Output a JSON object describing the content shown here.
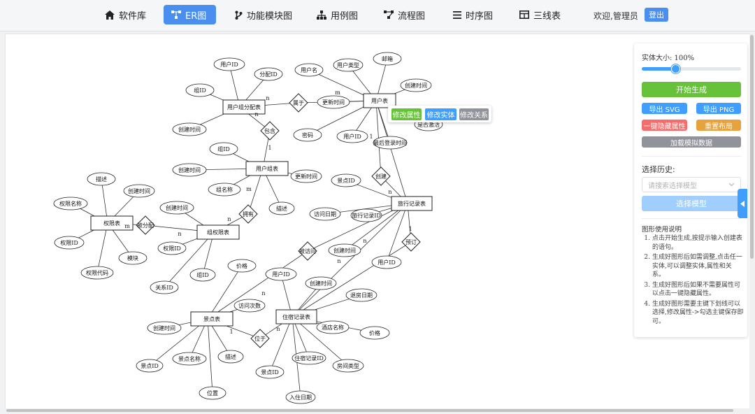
{
  "nav": {
    "items": [
      {
        "label": "软件库",
        "icon": "home-icon"
      },
      {
        "label": "ER图",
        "icon": "er-diagram-icon"
      },
      {
        "label": "功能模块图",
        "icon": "branch-icon"
      },
      {
        "label": "用例图",
        "icon": "sitemap-icon"
      },
      {
        "label": "流程图",
        "icon": "flow-icon"
      },
      {
        "label": "时序图",
        "icon": "list-icon"
      },
      {
        "label": "三线表",
        "icon": "table-icon"
      }
    ],
    "active_index": 1,
    "welcome": "欢迎,管理员",
    "logout_label": "登出"
  },
  "colors": {
    "primary": "#409eff",
    "success": "#67c23a",
    "danger": "#f56c6c",
    "warning": "#e6a23c",
    "info": "#909399"
  },
  "popup": {
    "edit_attr": "修改属性",
    "edit_entity": "修改实体",
    "edit_relation": "修改关系"
  },
  "panel": {
    "size_label": "实体大小: 100%",
    "size_percent": 100,
    "slider_fraction": 0.34,
    "start_btn": "开始生成",
    "export_svg": "导出 SVG",
    "export_png": "导出 PNG",
    "hide_attrs": "一键隐藏属性",
    "reset_layout": "重置布局",
    "load_mock": "加载模拟数据",
    "history_label": "选择历史:",
    "select_placeholder": "请搜索选择模型",
    "select_model_btn": "选择模型",
    "usage_title": "图形使用说明",
    "usage_items": [
      "点击开始生成,按提示输入创建表的语句。",
      "生成好图形后如需调整,点击任一实体,可以调整实体,属性和关系。",
      "生成好图形后如果不需要属性可以点击一键隐藏属性。",
      "生成好图形需要主键下划线可以选择,修改属性->勾选主键保存即可。"
    ]
  },
  "er": {
    "entities": [
      {
        "id": "ugroup_assign",
        "label": "用户组分配表"
      },
      {
        "id": "user",
        "label": "用户表"
      },
      {
        "id": "ugroup",
        "label": "用户组表"
      },
      {
        "id": "perm",
        "label": "权限表"
      },
      {
        "id": "gperm",
        "label": "组权限表"
      },
      {
        "id": "travel",
        "label": "旅行记录表"
      },
      {
        "id": "spot",
        "label": "景点表"
      },
      {
        "id": "stay",
        "label": "住宿记录表"
      }
    ],
    "relations": [
      {
        "id": "r_belong",
        "label": "属于"
      },
      {
        "id": "r_contain",
        "label": "包含"
      },
      {
        "id": "r_create",
        "label": "创建"
      },
      {
        "id": "r_assigned",
        "label": "被分配"
      },
      {
        "id": "r_has",
        "label": "拥有"
      },
      {
        "id": "r_visited",
        "label": "被访问"
      },
      {
        "id": "r_book",
        "label": "预订"
      },
      {
        "id": "r_locate",
        "label": "位于"
      }
    ],
    "attributes": [
      {
        "label": "用户ID"
      },
      {
        "label": "分配ID"
      },
      {
        "label": "组ID"
      },
      {
        "label": "创建时间"
      },
      {
        "label": "用户名"
      },
      {
        "label": "用户类型"
      },
      {
        "label": "邮箱"
      },
      {
        "label": "创建时间"
      },
      {
        "label": "更新时间"
      },
      {
        "label": "是否激活"
      },
      {
        "label": "最后登录时间"
      },
      {
        "label": "用户ID"
      },
      {
        "label": "密码"
      },
      {
        "label": "组ID"
      },
      {
        "label": "创建时间"
      },
      {
        "label": "更新时间"
      },
      {
        "label": "组名称"
      },
      {
        "label": "描述"
      },
      {
        "label": "描述"
      },
      {
        "label": "创建时间"
      },
      {
        "label": "权限名称"
      },
      {
        "label": "权限ID"
      },
      {
        "label": "模块"
      },
      {
        "label": "权限代码"
      },
      {
        "label": "创建时间"
      },
      {
        "label": "权限ID"
      },
      {
        "label": "组ID"
      },
      {
        "label": "关系ID"
      },
      {
        "label": "景点ID"
      },
      {
        "label": "访问日期"
      },
      {
        "label": "旅行记录ID"
      },
      {
        "label": "创建时间"
      },
      {
        "label": "用户ID"
      },
      {
        "label": "价格"
      },
      {
        "label": "访问次数"
      },
      {
        "label": "创建时间"
      },
      {
        "label": "景点名称"
      },
      {
        "label": "描述"
      },
      {
        "label": "景点ID"
      },
      {
        "label": "位置"
      },
      {
        "label": "用户ID"
      },
      {
        "label": "创建时间"
      },
      {
        "label": "退房日期"
      },
      {
        "label": "酒店名称"
      },
      {
        "label": "价格"
      },
      {
        "label": "住宿记录ID"
      },
      {
        "label": "房间类型"
      },
      {
        "label": "景点ID"
      },
      {
        "label": "入住日期"
      }
    ],
    "cardinalities": [
      "n",
      "m",
      "n",
      "1",
      "m",
      "1",
      "n",
      "m",
      "n",
      "n",
      "n",
      "n",
      "1",
      "n",
      "1",
      "n"
    ]
  }
}
